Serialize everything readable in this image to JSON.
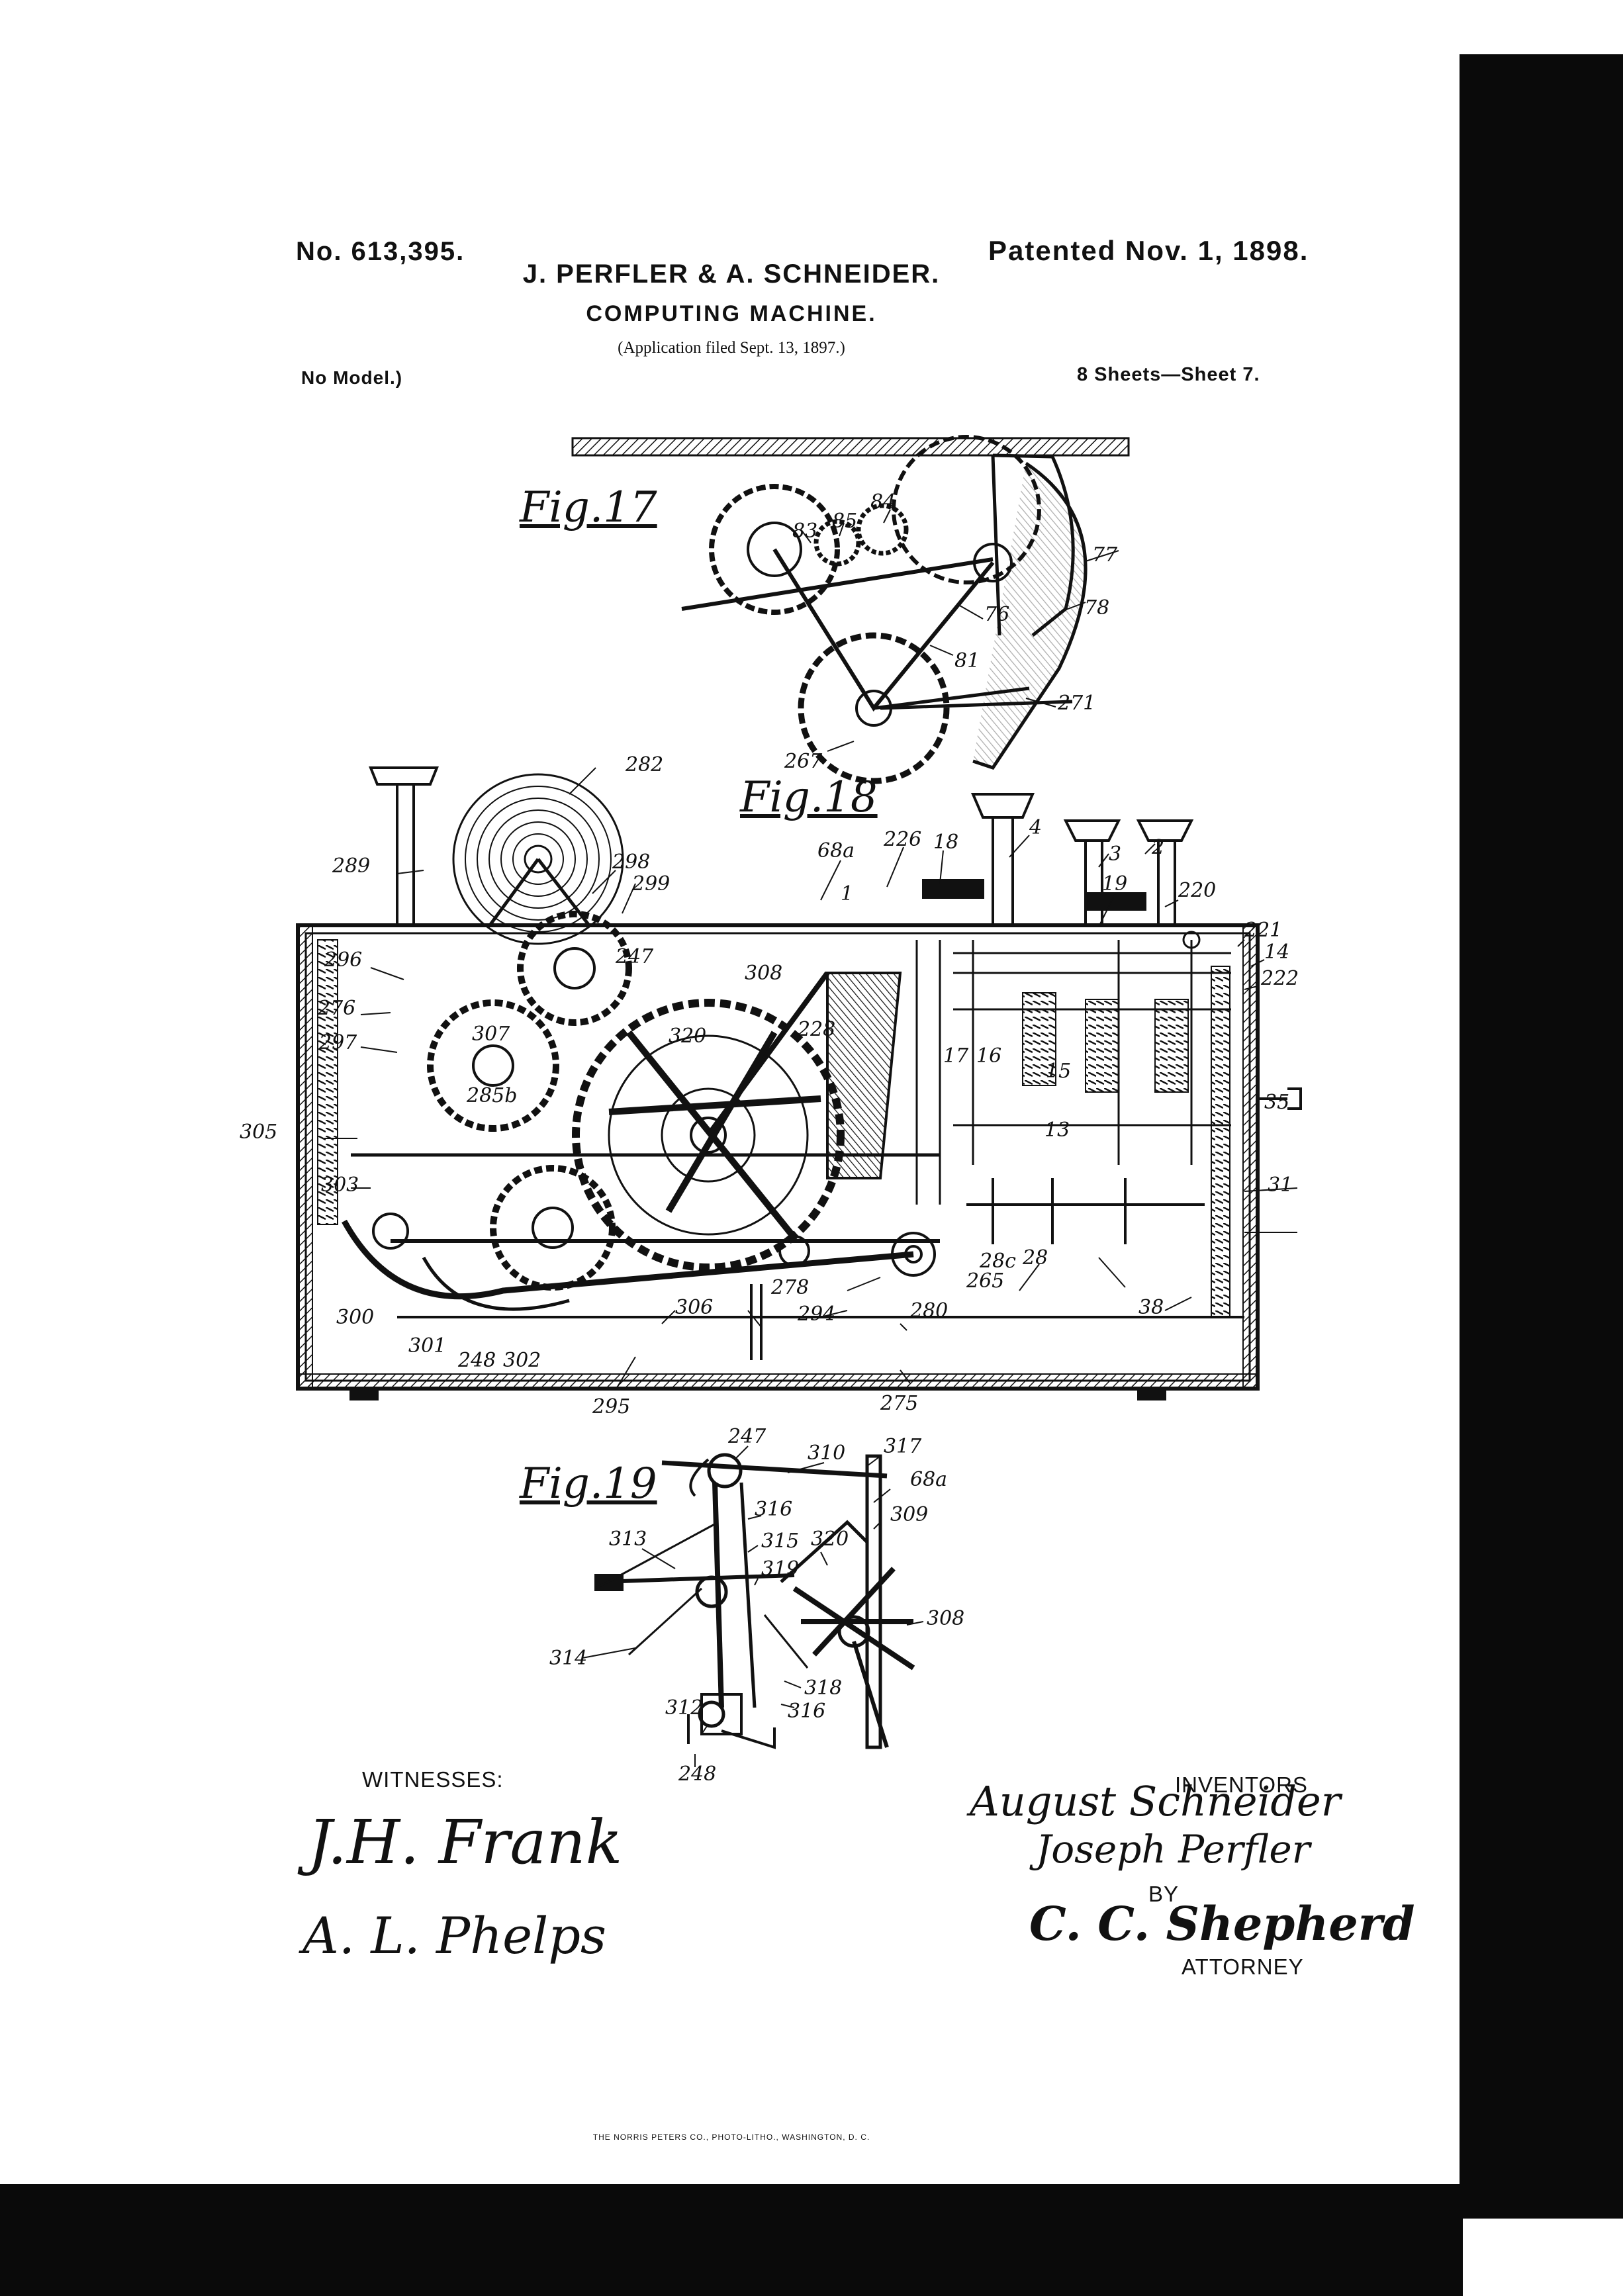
{
  "header": {
    "patent_number": "No. 613,395.",
    "patent_date": "Patented Nov. 1, 1898.",
    "inventors": "J. PERFLER & A. SCHNEIDER.",
    "title": "COMPUTING MACHINE.",
    "application": "(Application filed Sept. 13, 1897.)",
    "model": "No Model.)",
    "sheet": "8 Sheets—Sheet 7."
  },
  "figures": {
    "fig17": {
      "label": "Fig.17",
      "refs": [
        "83",
        "85",
        "84",
        "77",
        "78",
        "76",
        "81",
        "271",
        "267"
      ]
    },
    "fig18": {
      "label": "Fig.18",
      "refs": [
        "282",
        "289",
        "298",
        "299",
        "68a",
        "226",
        "18",
        "4",
        "3",
        "2",
        "19",
        "220",
        "221",
        "14",
        "222",
        "1",
        "296",
        "276",
        "297",
        "247",
        "308",
        "307",
        "320",
        "228",
        "17",
        "16",
        "15",
        "285b",
        "13",
        "35",
        "305",
        "303",
        "31",
        "28c",
        "28",
        "265",
        "38",
        "278",
        "294",
        "280",
        "300",
        "301",
        "248",
        "302",
        "306",
        "295",
        "275"
      ]
    },
    "fig19": {
      "label": "Fig.19",
      "refs": [
        "247",
        "310",
        "317",
        "68a",
        "316",
        "309",
        "313",
        "315",
        "320",
        "319",
        "308",
        "314",
        "318",
        "316",
        "312",
        "248"
      ]
    }
  },
  "signatures": {
    "witnesses_label": "WITNESSES:",
    "witness_1": "J.H. Frank",
    "witness_2": "A. L. Phelps",
    "inventors_label": "INVENTORS",
    "inventor_1": "August Schneider",
    "inventor_2": "Joseph Perfler",
    "by_label": "BY",
    "attorney_signature": "C. C. Shepherd",
    "attorney_label": "ATTORNEY"
  },
  "footer": {
    "credit": "THE NORRIS PETERS CO., PHOTO-LITHO., WASHINGTON, D. C."
  }
}
